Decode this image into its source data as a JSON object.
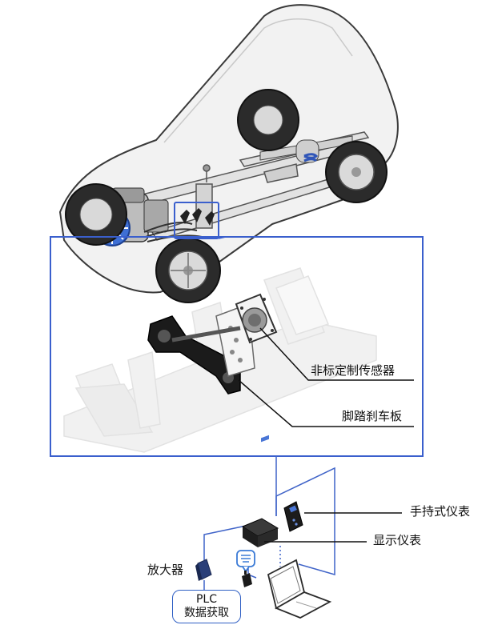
{
  "labels": {
    "sensor": "非标定制传感器",
    "pedal": "脚踏刹车板",
    "handheld": "手持式仪表",
    "display": "显示仪表",
    "amplifier": "放大器",
    "plc_line1": "PLC",
    "plc_line2": "数据获取"
  },
  "colors": {
    "accent_blue": "#3a5fcd",
    "line_blue": "#3f63c8",
    "car_body": "#efefef",
    "black": "#1b1b1b"
  }
}
